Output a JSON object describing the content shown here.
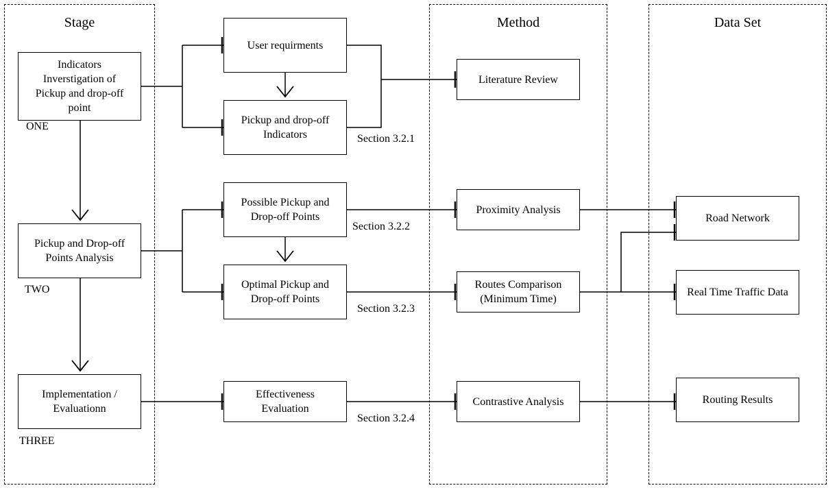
{
  "lanes": {
    "stage": "Stage",
    "method": "Method",
    "dataset": "Data Set"
  },
  "stage_boxes": {
    "one": "Indicators\nInverstigation of\nPickup and drop-off\npoint",
    "two": "Pickup and Drop-off\nPoints Analysis",
    "three": "Implementation /\nEvaluationn"
  },
  "stage_labels": {
    "one": "ONE",
    "two": "TWO",
    "three": "THREE"
  },
  "process_boxes": {
    "user_req": "User requirments",
    "indicators": "Pickup and drop-off\nIndicators",
    "possible": "Possible Pickup and\nDrop-off Points",
    "optimal": "Optimal Pickup and\nDrop-off Points",
    "effectiveness": "Effectiveness\nEvaluation"
  },
  "sections": {
    "s1": "Section 3.2.1",
    "s2": "Section 3.2.2",
    "s3": "Section 3.2.3",
    "s4": "Section 3.2.4"
  },
  "method_boxes": {
    "literature": "Literature Review",
    "proximity": "Proximity Analysis",
    "routes": "Routes Comparison\n(Minimum Time)",
    "contrastive": "Contrastive Analysis"
  },
  "dataset_boxes": {
    "road": "Road Network",
    "traffic": "Real Time Traffic Data",
    "routing": "Routing Results"
  }
}
